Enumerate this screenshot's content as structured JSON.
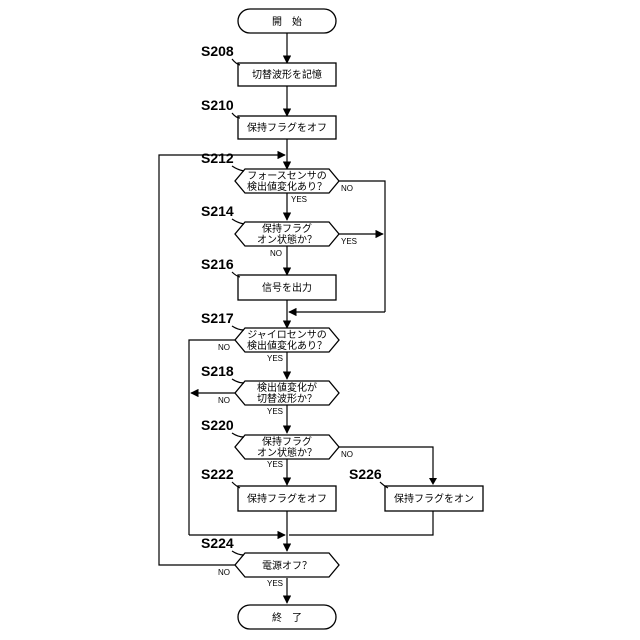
{
  "nodes": {
    "start": "開　始",
    "s208": "切替波形を記憶",
    "s210": "保持フラグをオフ",
    "s212": [
      "フォースセンサの",
      "検出値変化あり？"
    ],
    "s214": [
      "保持フラグ",
      "オン状態か？"
    ],
    "s216": "信号を出力",
    "s217": [
      "ジャイロセンサの",
      "検出値変化あり？"
    ],
    "s218": [
      "検出値変化が",
      "切替波形か？"
    ],
    "s220": [
      "保持フラグ",
      "オン状態か？"
    ],
    "s222": "保持フラグをオフ",
    "s226": "保持フラグをオン",
    "s224": "電源オフ？",
    "end": "終　了"
  },
  "steps": {
    "s208": "S208",
    "s210": "S210",
    "s212": "S212",
    "s214": "S214",
    "s216": "S216",
    "s217": "S217",
    "s218": "S218",
    "s220": "S220",
    "s222": "S222",
    "s226": "S226",
    "s224": "S224"
  },
  "conditions": {
    "yes": "YES",
    "no": "NO"
  }
}
